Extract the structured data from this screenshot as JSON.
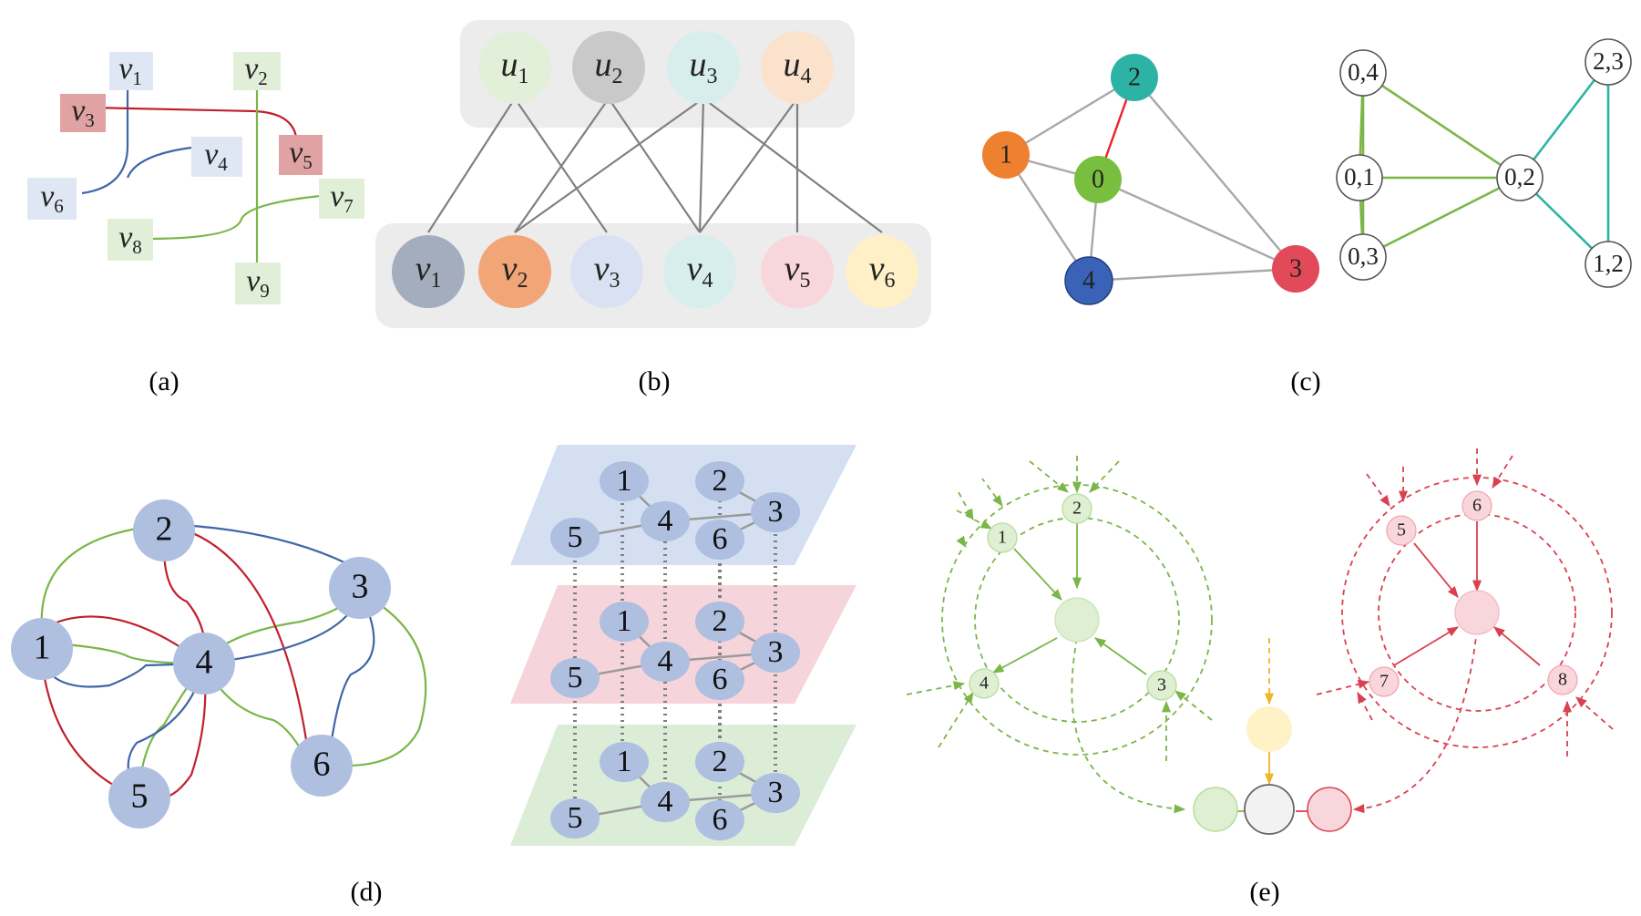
{
  "captions": {
    "a": "(a)",
    "b": "(b)",
    "c": "(c)",
    "d": "(d)",
    "e": "(e)"
  },
  "panel_a": {
    "labels": [
      {
        "id": "v1",
        "base": "v",
        "sub": "1"
      },
      {
        "id": "v2",
        "base": "v",
        "sub": "2"
      },
      {
        "id": "v3",
        "base": "v",
        "sub": "3"
      },
      {
        "id": "v4",
        "base": "v",
        "sub": "4"
      },
      {
        "id": "v5",
        "base": "v",
        "sub": "5"
      },
      {
        "id": "v6",
        "base": "v",
        "sub": "6"
      },
      {
        "id": "v7",
        "base": "v",
        "sub": "7"
      },
      {
        "id": "v8",
        "base": "v",
        "sub": "8"
      },
      {
        "id": "v9",
        "base": "v",
        "sub": "9"
      }
    ]
  },
  "panel_b": {
    "top": [
      {
        "base": "u",
        "sub": "1"
      },
      {
        "base": "u",
        "sub": "2"
      },
      {
        "base": "u",
        "sub": "3"
      },
      {
        "base": "u",
        "sub": "4"
      }
    ],
    "bottom": [
      {
        "base": "v",
        "sub": "1"
      },
      {
        "base": "v",
        "sub": "2"
      },
      {
        "base": "v",
        "sub": "3"
      },
      {
        "base": "v",
        "sub": "4"
      },
      {
        "base": "v",
        "sub": "5"
      },
      {
        "base": "v",
        "sub": "6"
      }
    ]
  },
  "panel_c": {
    "left_nodes": [
      "0",
      "1",
      "2",
      "3",
      "4"
    ],
    "right_nodes": [
      "0,4",
      "2,3",
      "0,1",
      "0,2",
      "0,3",
      "1,2"
    ]
  },
  "panel_d": {
    "nodes": [
      "1",
      "2",
      "3",
      "4",
      "5",
      "6"
    ]
  },
  "panel_e_multilayer": {
    "layer_nodes": [
      "1",
      "2",
      "3",
      "4",
      "5",
      "6"
    ]
  },
  "panel_e": {
    "green_nodes": [
      "1",
      "2",
      "3",
      "4"
    ],
    "red_nodes": [
      "5",
      "6",
      "7",
      "8"
    ]
  },
  "colors": {
    "green": "#7ab648",
    "red": "#c0202e",
    "blue": "#3f66a8",
    "teal": "#2db3a5",
    "gray": "#999999",
    "node_blue": "#aebfe0"
  }
}
